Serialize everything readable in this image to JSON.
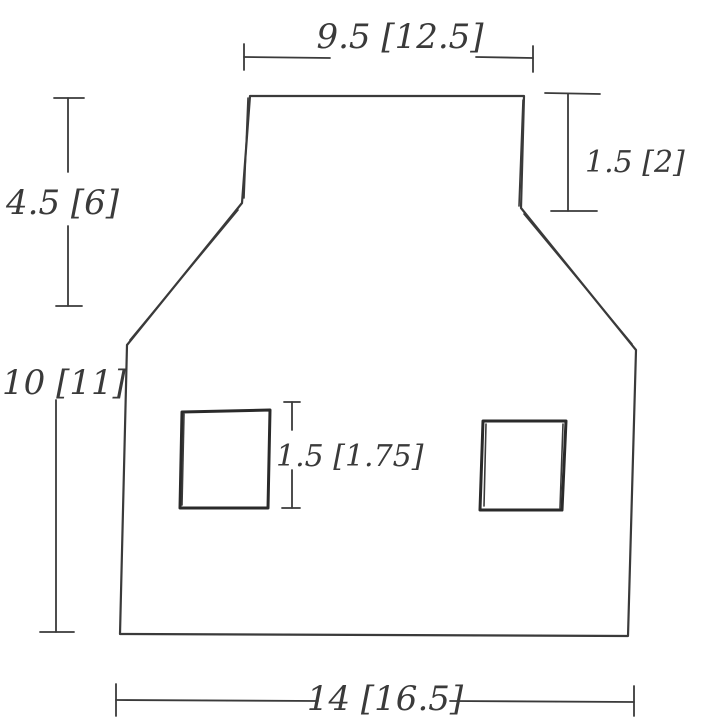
{
  "dimensions": {
    "top_width": "9.5 [12.5]",
    "neck_height": "1.5 [2]",
    "upper_height": "4.5 [6]",
    "body_height": "10 [11]",
    "pocket_height": "1.5 [1.75]",
    "bottom_width": "14 [16.5]"
  }
}
